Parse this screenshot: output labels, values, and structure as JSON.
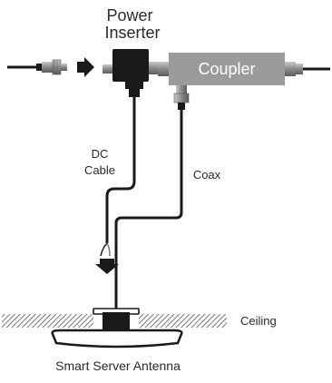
{
  "labels": {
    "power_inserter_line1": "Power",
    "power_inserter_line2": "Inserter",
    "coupler": "Coupler",
    "dc_cable_line1": "DC",
    "dc_cable_line2": "Cable",
    "coax": "Coax",
    "ceiling": "Ceiling",
    "antenna": "Smart Server Antenna"
  },
  "colors": {
    "cable": "#1a1a1a",
    "coupler_fill": "#9b9b9b",
    "coupler_text": "#ffffff",
    "connector": "#8a8a8a",
    "text": "#2a2a2a",
    "background": "#ffffff"
  },
  "icons": {
    "flow_arrow": "right-arrow-icon",
    "drop_arrow": "down-arrow-icon"
  }
}
